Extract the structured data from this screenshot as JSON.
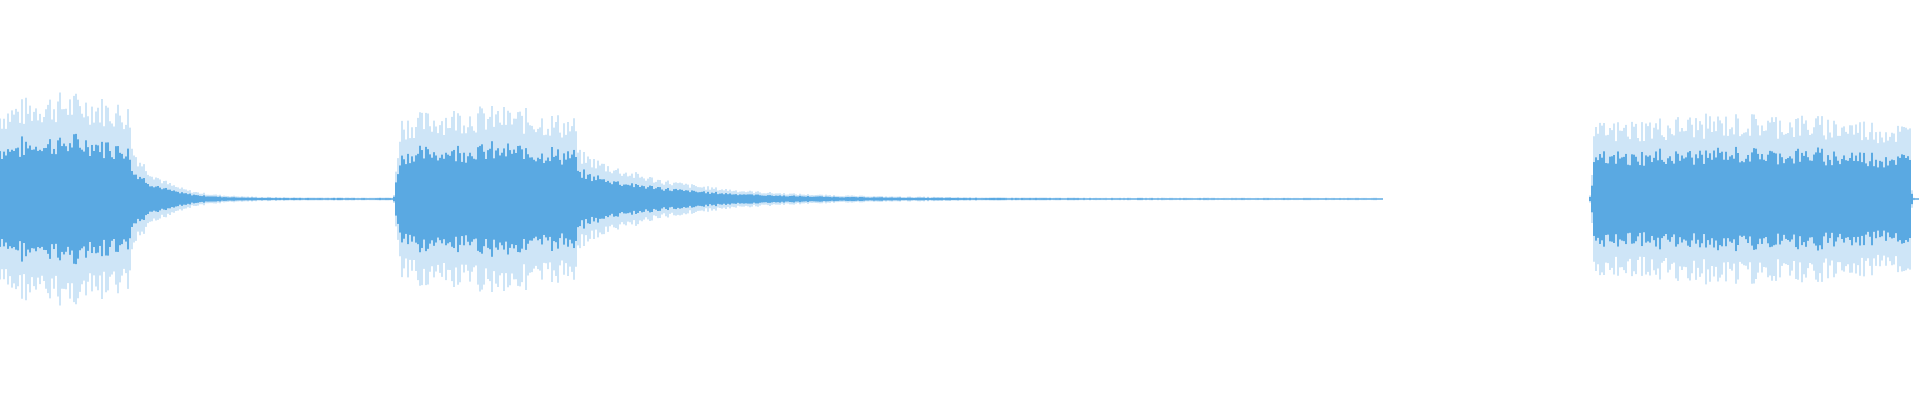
{
  "waveform": {
    "colors": {
      "background": "#ffffff",
      "peak": "#9ecbef",
      "rms": "#5aa9e2"
    },
    "duration_fraction_note_free": true,
    "segments": [
      {
        "name": "segment-1",
        "start": 0.0,
        "end": 0.205,
        "attack": 0.0,
        "peak_amplitude": 1.0,
        "sustain_until": 0.068,
        "decay_tail_level": 0.015
      },
      {
        "name": "segment-2",
        "start": 0.205,
        "end": 0.72,
        "attack": 0.004,
        "peak_amplitude": 0.87,
        "sustain_until": 0.3,
        "decay_tail_level": 0.012
      },
      {
        "name": "segment-3",
        "start": 0.828,
        "end": 1.0,
        "attack": 0.003,
        "peak_amplitude": 0.8,
        "sustain_until": 0.995,
        "decay_tail_level": 0.0
      }
    ]
  }
}
